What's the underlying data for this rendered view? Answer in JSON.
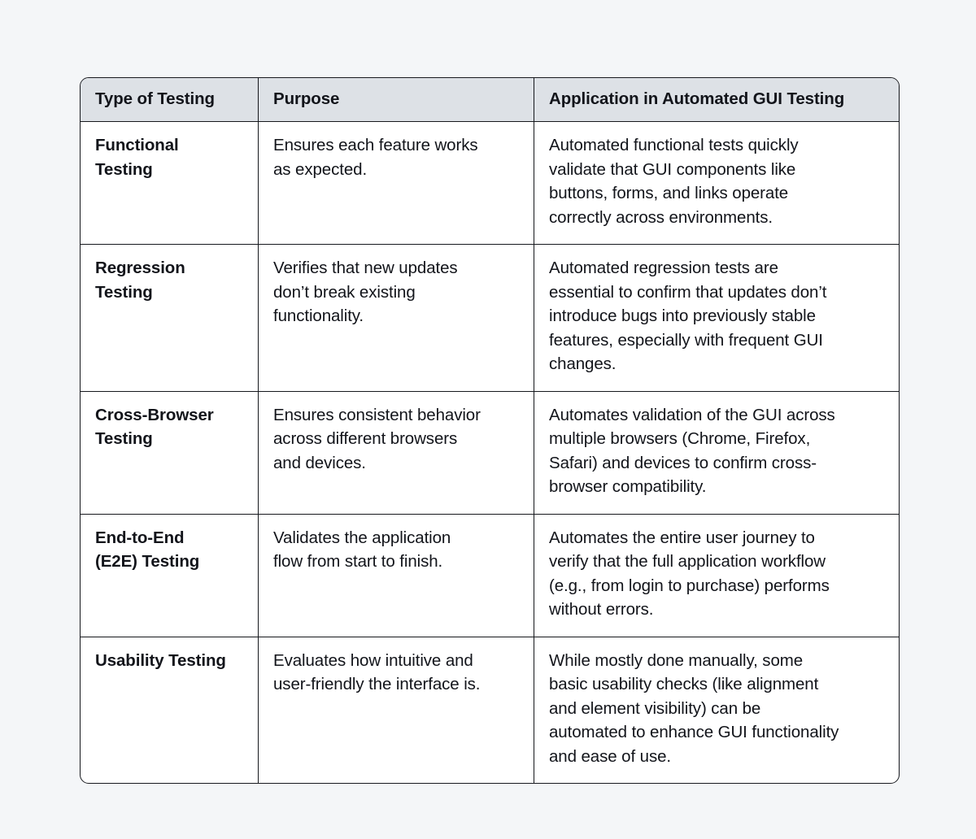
{
  "page": {
    "background_color": "#f4f6f8"
  },
  "table": {
    "name": "types-of-testing-comparison-table",
    "header_fill": "#dde1e6",
    "border_color": "#16181d",
    "body_fill": "#ffffff",
    "columns": [
      "Type of Testing",
      "Purpose",
      "Application in Automated GUI Testing"
    ],
    "rows": [
      {
        "type": "Functional\nTesting",
        "purpose": "Ensures each feature works\nas expected.",
        "application": "Automated functional tests quickly\nvalidate that GUI components like\nbuttons, forms, and links operate\ncorrectly across environments."
      },
      {
        "type": "Regression\nTesting",
        "purpose": "Verifies that new updates\ndon’t break existing\nfunctionality.",
        "application": "Automated regression tests are\nessential to confirm that updates don’t\nintroduce bugs into previously stable\nfeatures, especially with frequent GUI\nchanges."
      },
      {
        "type": "Cross-Browser\nTesting",
        "purpose": "Ensures consistent behavior\nacross different browsers\nand devices.",
        "application": "Automates validation of the GUI across\nmultiple browsers (Chrome, Firefox,\nSafari) and devices to confirm cross-\nbrowser compatibility."
      },
      {
        "type": "End-to-End\n(E2E) Testing",
        "purpose": "Validates the application\nflow from start to finish.",
        "application": "Automates the entire user journey to\nverify that the full application workflow\n(e.g., from login to purchase) performs\nwithout errors."
      },
      {
        "type": "Usability Testing",
        "purpose": "Evaluates how intuitive and\nuser-friendly the interface is.",
        "application": "While mostly done manually, some\nbasic usability checks (like alignment\nand element visibility) can be\nautomated to enhance GUI functionality\nand ease of use."
      }
    ]
  }
}
